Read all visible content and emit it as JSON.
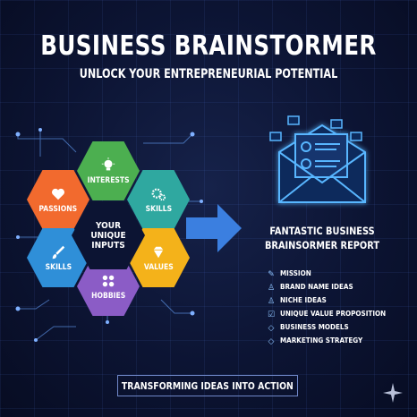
{
  "title": "BUSINESS BRAINSTORMER",
  "subtitle": "UNLOCK YOUR ENTREPRENEURIAL POTENTIAL",
  "center_text": "YOUR UNIQUE INPUTS",
  "hexagons": [
    {
      "label": "INTERESTS",
      "color": "#4caf50",
      "icon": "lightbulb-icon"
    },
    {
      "label": "PASSIONS",
      "color": "#f26a2e",
      "icon": "heart-icon"
    },
    {
      "label": "SKILLS",
      "color": "#2fa8a0",
      "icon": "gears-icon"
    },
    {
      "label": "SKILLS",
      "color": "#2f8fd8",
      "icon": "brush-icon"
    },
    {
      "label": "VALUES",
      "color": "#f4b21a",
      "icon": "diamond-icon"
    },
    {
      "label": "HOBBIES",
      "color": "#8b5cc6",
      "icon": "hobbies-icon"
    }
  ],
  "report_title": "FANTASTIC BUSINESS BRAINSORMER REPORT",
  "report_items": [
    {
      "label": "MISSION",
      "icon": "pencil-icon"
    },
    {
      "label": "BRAND NAME IDEAS",
      "icon": "user-icon"
    },
    {
      "label": "NICHE IDEAS",
      "icon": "user-icon"
    },
    {
      "label": "UNIQUE VALUE PROPOSITION",
      "icon": "checkbox-icon"
    },
    {
      "label": "BUSINESS MODELS",
      "icon": "diamond-icon"
    },
    {
      "label": "MARKETING STRATEGY",
      "icon": "diamond-icon"
    }
  ],
  "footer": "TRANSFORMING IDEAS INTO ACTION",
  "colors": {
    "background": "#0c1433",
    "accent": "#4aa8ff",
    "glow": "#59b6ff"
  }
}
